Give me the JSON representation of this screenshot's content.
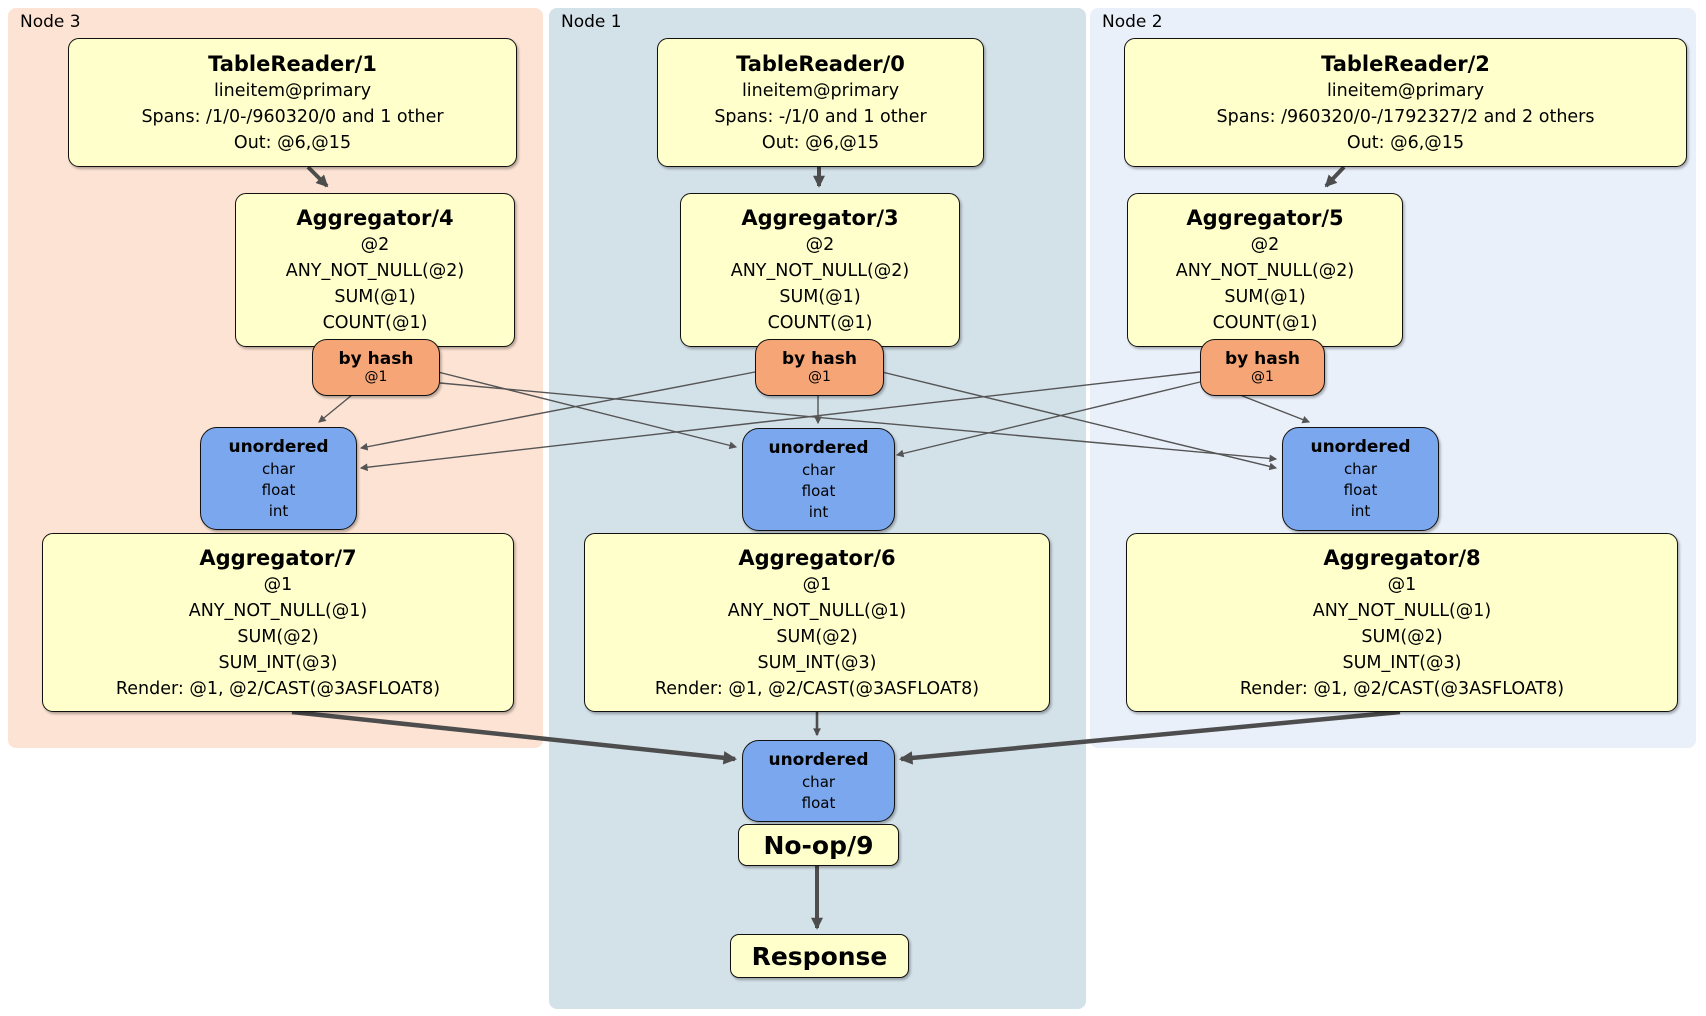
{
  "regions": {
    "node3": {
      "label": "Node 3"
    },
    "node1": {
      "label": "Node 1"
    },
    "node2": {
      "label": "Node 2"
    }
  },
  "boxes": {
    "tr1": {
      "title": "TableReader/1",
      "lines": [
        "lineitem@primary",
        "Spans: /1/0-/960320/0 and 1 other",
        "Out: @6,@15"
      ]
    },
    "tr0": {
      "title": "TableReader/0",
      "lines": [
        "lineitem@primary",
        "Spans: -/1/0 and 1 other",
        "Out: @6,@15"
      ]
    },
    "tr2": {
      "title": "TableReader/2",
      "lines": [
        "lineitem@primary",
        "Spans: /960320/0-/1792327/2 and 2 others",
        "Out: @6,@15"
      ]
    },
    "agg4": {
      "title": "Aggregator/4",
      "lines": [
        "@2",
        "ANY_NOT_NULL(@2)",
        "SUM(@1)",
        "COUNT(@1)"
      ]
    },
    "agg3": {
      "title": "Aggregator/3",
      "lines": [
        "@2",
        "ANY_NOT_NULL(@2)",
        "SUM(@1)",
        "COUNT(@1)"
      ]
    },
    "agg5": {
      "title": "Aggregator/5",
      "lines": [
        "@2",
        "ANY_NOT_NULL(@2)",
        "SUM(@1)",
        "COUNT(@1)"
      ]
    },
    "agg7": {
      "title": "Aggregator/7",
      "lines": [
        "@1",
        "ANY_NOT_NULL(@1)",
        "SUM(@2)",
        "SUM_INT(@3)",
        "Render: @1, @2/CAST(@3ASFLOAT8)"
      ]
    },
    "agg6": {
      "title": "Aggregator/6",
      "lines": [
        "@1",
        "ANY_NOT_NULL(@1)",
        "SUM(@2)",
        "SUM_INT(@3)",
        "Render: @1, @2/CAST(@3ASFLOAT8)"
      ]
    },
    "agg8": {
      "title": "Aggregator/8",
      "lines": [
        "@1",
        "ANY_NOT_NULL(@1)",
        "SUM(@2)",
        "SUM_INT(@3)",
        "Render: @1, @2/CAST(@3ASFLOAT8)"
      ]
    },
    "noop": {
      "title": "No-op/9"
    },
    "response": {
      "title": "Response"
    }
  },
  "routers": {
    "node3": {
      "label": "by hash",
      "stream": "@1"
    },
    "node1": {
      "label": "by hash",
      "stream": "@1"
    },
    "node2": {
      "label": "by hash",
      "stream": "@1"
    }
  },
  "syncs": {
    "node3": {
      "label": "unordered",
      "columns": [
        "char",
        "float",
        "int"
      ]
    },
    "node1": {
      "label": "unordered",
      "columns": [
        "char",
        "float",
        "int"
      ]
    },
    "node2": {
      "label": "unordered",
      "columns": [
        "char",
        "float",
        "int"
      ]
    },
    "final": {
      "label": "unordered",
      "columns": [
        "char",
        "float"
      ]
    }
  },
  "colors": {
    "node3_bg": "#fde3d3",
    "node1_bg": "#d3e1e9",
    "node2_bg": "#eaf0fa",
    "processor_fill": "#ffffcc",
    "router_fill": "#f6a676",
    "sync_fill": "#7ba7ee",
    "edge": "#4d4d4d"
  }
}
